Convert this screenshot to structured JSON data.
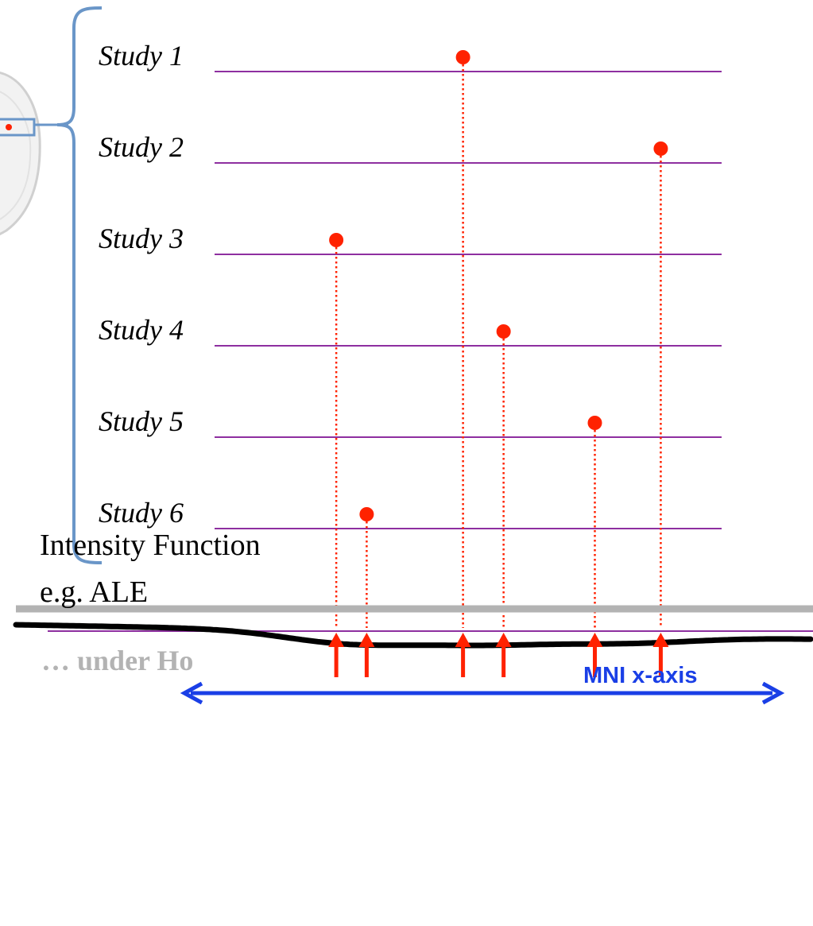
{
  "studies": [
    {
      "label": "Study 1",
      "focus_x": 0.49
    },
    {
      "label": "Study 2",
      "focus_x": 0.88
    },
    {
      "label": "Study 3",
      "focus_x": 0.24
    },
    {
      "label": "Study 4",
      "focus_x": 0.57
    },
    {
      "label": "Study 5",
      "focus_x": 0.75
    },
    {
      "label": "Study 6",
      "focus_x": 0.3
    }
  ],
  "intensity": {
    "line1": "Intensity Function",
    "line2": "e.g. ALE"
  },
  "null_label": "… under Ho",
  "axis_label": "MNI x-axis",
  "colors": {
    "focus": "#ff2200",
    "study_line": "#8e2fa0",
    "bracket": "#6a96c8",
    "null_line": "#b3b3b3",
    "axis": "#1a3fe6",
    "curve": "#000000"
  }
}
